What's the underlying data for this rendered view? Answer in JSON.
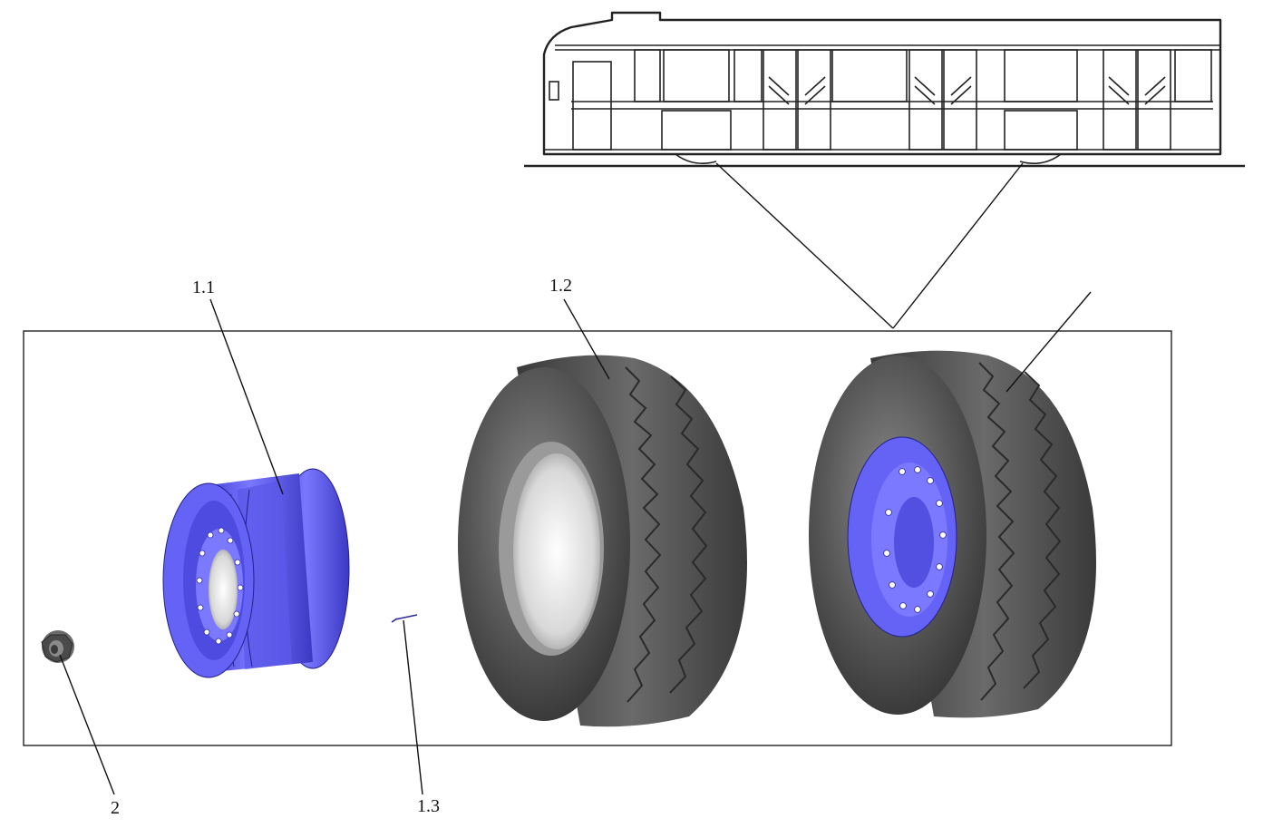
{
  "callouts": {
    "c_1_1": "1.1",
    "c_1_2": "1.2",
    "c_1_3": "1.3",
    "c_2": "2"
  },
  "colors": {
    "rim": "#5b59ea",
    "tire": "#4a4a4a",
    "line": "#111111"
  },
  "icons": {
    "bus": "bus-side-view",
    "rim": "wheel-rim",
    "tire": "tire",
    "wheel_assembly": "wheel-assembly",
    "nut": "wheel-nut",
    "valve": "tire-valve"
  }
}
